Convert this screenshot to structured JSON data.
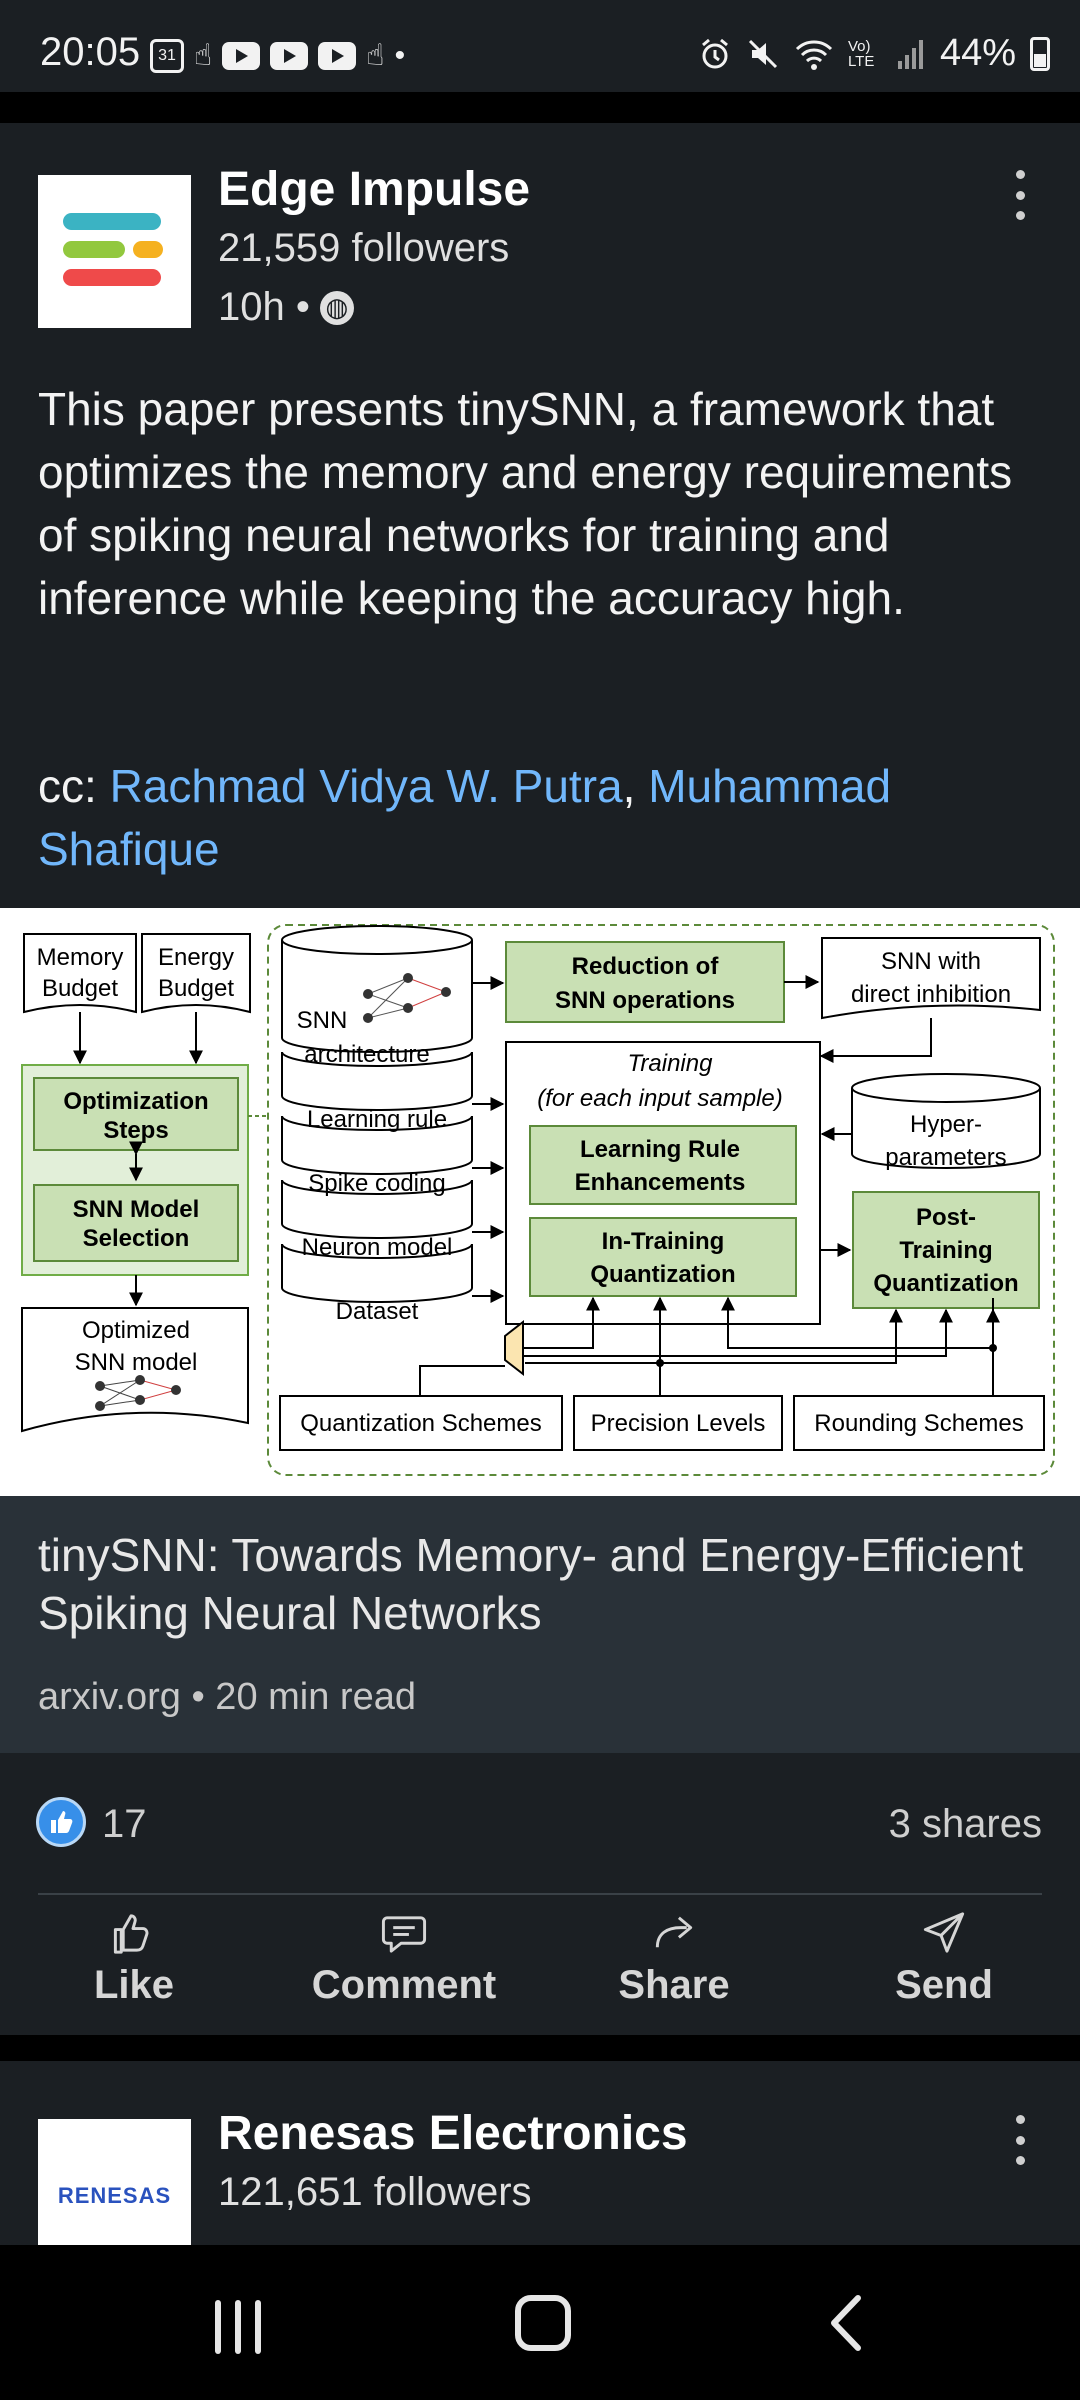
{
  "status_bar": {
    "time": "20:05",
    "calendar_day": "31",
    "battery": "44%",
    "network_label": "Vo) LTE",
    "left_icons": [
      "calendar-icon",
      "hand-icon",
      "youtube-icon",
      "youtube-icon",
      "youtube-icon",
      "hand-icon",
      "dot-icon"
    ],
    "right_icons": [
      "alarm-icon",
      "mute-icon",
      "wifi-icon",
      "volte-icon",
      "signal-icon",
      "battery-icon"
    ]
  },
  "post": {
    "author": "Edge Impulse",
    "followers": "21,559 followers",
    "time_ago": "10h •",
    "body": "This paper presents tinySNN, a framework that optimizes the memory and energy requirements of spiking neural networks for training and inference while keeping the accuracy high.",
    "cc_prefix": "cc: ",
    "mentions": [
      "Rachmad Vidya W. Putra",
      "Muhammad Shafique"
    ],
    "mention_separator": ", ",
    "logo_colors": [
      "#3bb3c3",
      "#92c83e",
      "#f5b120",
      "#ef4a4a"
    ]
  },
  "figure": {
    "memory_budget": [
      "Memory",
      "Budget"
    ],
    "energy_budget": [
      "Energy",
      "Budget"
    ],
    "optimization_steps": [
      "Optimization",
      "Steps"
    ],
    "snn_model_selection": [
      "SNN Model",
      "Selection"
    ],
    "optimized_model": [
      "Optimized",
      "SNN model"
    ],
    "snn_architecture": [
      "SNN",
      "architecture"
    ],
    "learning_rule": "Learning rule",
    "spike_coding": "Spike coding",
    "neuron_model": "Neuron model",
    "dataset": "Dataset",
    "reduction_ops": [
      "Reduction of",
      "SNN operations"
    ],
    "snn_inhibition": [
      "SNN with",
      "direct inhibition"
    ],
    "training": [
      "Training",
      "(for each input sample)"
    ],
    "learning_rule_enh": [
      "Learning Rule",
      "Enhancements"
    ],
    "in_training_quant": [
      "In-Training",
      "Quantization"
    ],
    "hyper_params": [
      "Hyper-",
      "parameters"
    ],
    "post_training_quant": [
      "Post-",
      "Training",
      "Quantization"
    ],
    "quant_schemes": "Quantization Schemes",
    "precision_levels": "Precision Levels",
    "rounding_schemes": "Rounding Schemes"
  },
  "link_preview": {
    "title": "tinySNN: Towards Memory- and Energy-Efficient Spiking Neural Networks",
    "meta": "arxiv.org • 20 min read"
  },
  "engagement": {
    "reactions": "17",
    "shares": "3 shares"
  },
  "actions": [
    {
      "label": "Like",
      "icon": "like-icon"
    },
    {
      "label": "Comment",
      "icon": "comment-icon"
    },
    {
      "label": "Share",
      "icon": "share-icon"
    },
    {
      "label": "Send",
      "icon": "send-icon"
    }
  ],
  "next_post": {
    "author": "Renesas Electronics",
    "followers": "121,651 followers",
    "logo_text": "RENESAS"
  }
}
